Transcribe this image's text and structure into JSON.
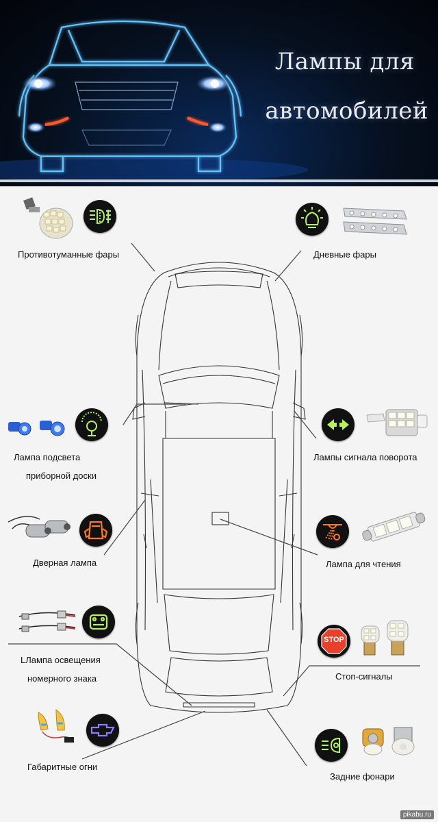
{
  "banner": {
    "title_line1": "Лампы для",
    "title_line2": "автомобилей"
  },
  "labels": {
    "fog": "Противотуманные фары",
    "daytime": "Дневные фары",
    "dashboard_1": "Лампа подсвета",
    "dashboard_2": "приборной доски",
    "turn": "Лампы сигнала поворота",
    "door": "Дверная лампа",
    "reading": "Лампа для чтения",
    "plate_1": "LЛампа освещения",
    "plate_2": "номерного знака",
    "stop": "Стоп-сигналы",
    "marker": "Габаритные огни",
    "rear": "Задние фонари"
  },
  "stop_badge": "STOP",
  "watermark": "pikabu.ru",
  "colors": {
    "icon_green": "#b7f25a",
    "icon_orange": "#ff7a1a",
    "icon_purple": "#8d7bff",
    "stop_red": "#e8402a",
    "line": "#444444"
  },
  "icons": [
    "fog-light-icon",
    "daytime-light-icon",
    "dashboard-light-icon",
    "turn-signal-icon",
    "door-open-icon",
    "reading-light-icon",
    "license-plate-icon",
    "stop-sign-icon",
    "chevrolet-logo-icon",
    "rear-light-icon"
  ]
}
